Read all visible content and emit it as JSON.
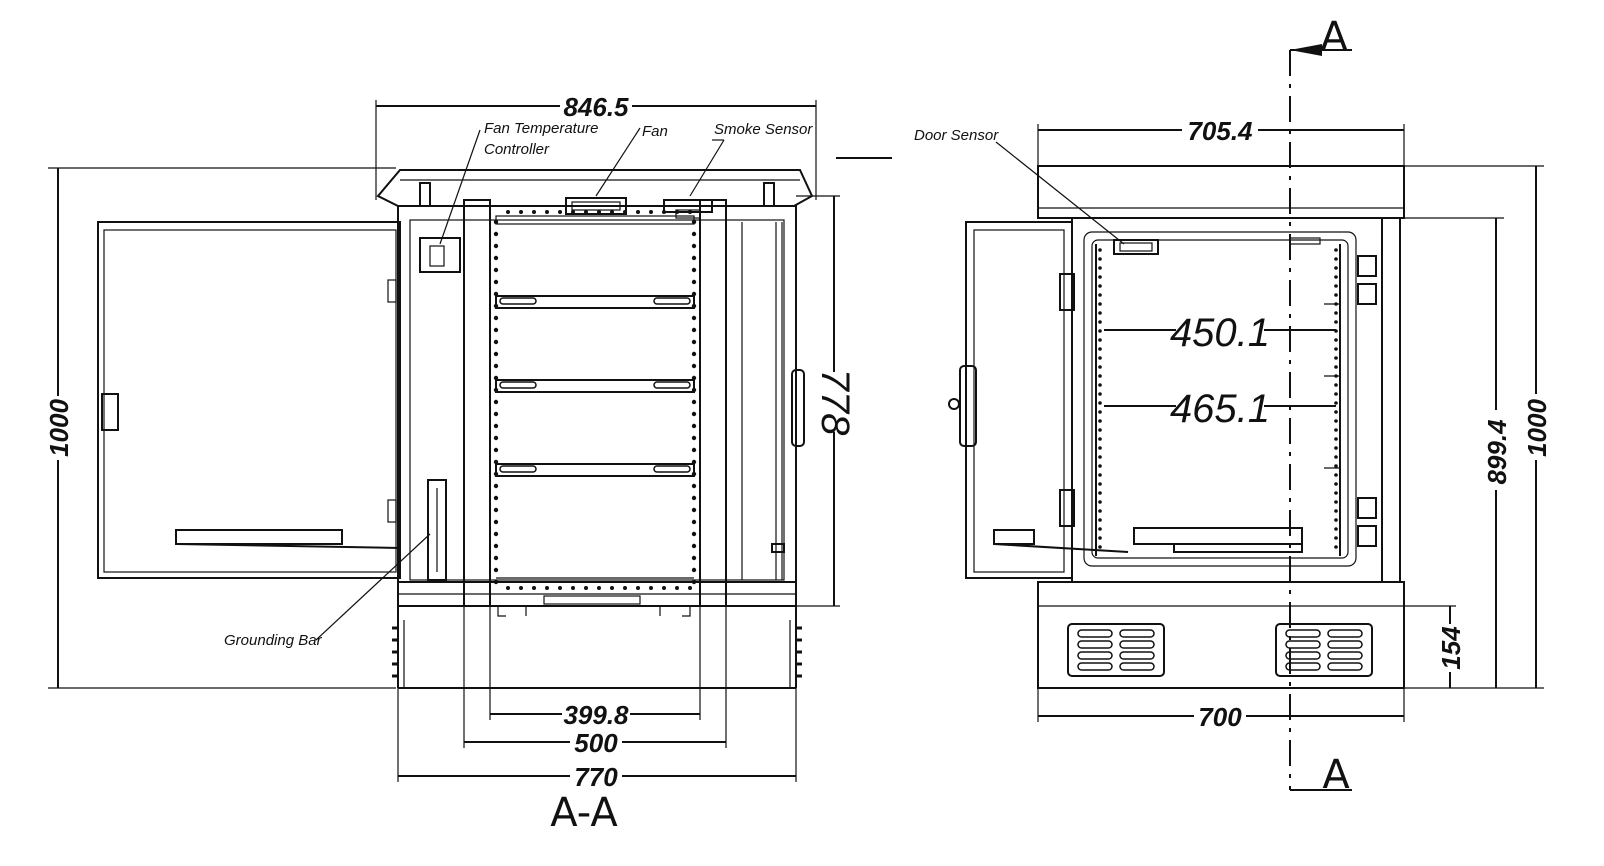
{
  "front_view": {
    "dims": {
      "overall_width": "846.5",
      "overall_height": "1000",
      "rack_height": "778",
      "rail_width": "399.8",
      "rack_width": "500",
      "base_width": "770"
    },
    "labels": {
      "fan_temperature_controller_line1": "Fan Temperature",
      "fan_temperature_controller_line2": "Controller",
      "fan": "Fan",
      "smoke_sensor": "Smoke Sensor",
      "grounding_bar": "Grounding Bar"
    },
    "section_title": "A-A"
  },
  "side_view": {
    "dims": {
      "top_width": "705.4",
      "inner_height": "899.4",
      "overall_height": "1000",
      "plinth_height": "154",
      "base_width": "700",
      "inner_width_1": "450.1",
      "inner_width_2": "465.1"
    },
    "labels": {
      "door_sensor": "Door Sensor"
    },
    "section_marker_top": "A",
    "section_marker_bottom": "A"
  }
}
